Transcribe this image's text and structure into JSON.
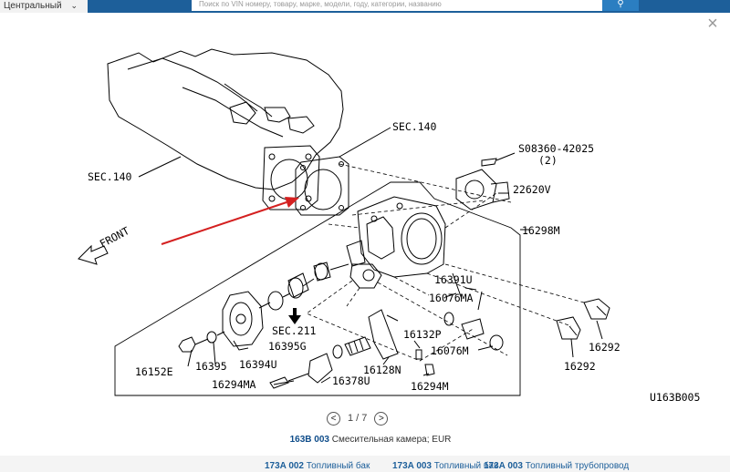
{
  "background": {
    "category_select": "Центральный",
    "search_placeholder": "Поиск по VIN номеру, товару, марке, модели, году, категории, названию",
    "bottom_links": [
      {
        "code": "173A 002",
        "text": "Топливный бак"
      },
      {
        "code": "173A 003",
        "text": "Топливный бак"
      },
      {
        "code": "173A 003",
        "text": "Топливный трубопровод"
      }
    ]
  },
  "modal": {
    "close_label": "×",
    "pager": {
      "prev": "<",
      "text": "1 / 7",
      "next": ">"
    },
    "caption": {
      "code": "163B 003",
      "text": "Смесительная камера; EUR"
    }
  },
  "diagram": {
    "labels": {
      "sec140_top": "SEC.140",
      "sec140_left": "SEC.140",
      "screw": "S08360-42025",
      "screw_qty": "(2)",
      "p22620v": "22620V",
      "p16298m": "16298M",
      "front": "FRONT",
      "p16391u": "16391U",
      "p16076ma": "16076MA",
      "sec211": "SEC.211",
      "p16132p": "16132P",
      "p16395g": "16395G",
      "p16076m": "16076M",
      "p16292a": "16292",
      "p16394u": "16394U",
      "p16152e": "16152E",
      "p16395": "16395",
      "p16128n": "16128N",
      "p16378u": "16378U",
      "p16292b": "16292",
      "p16294ma": "16294MA",
      "p16294m": "16294M",
      "ref": "U163B005"
    },
    "arrow_color": "#d42020"
  }
}
